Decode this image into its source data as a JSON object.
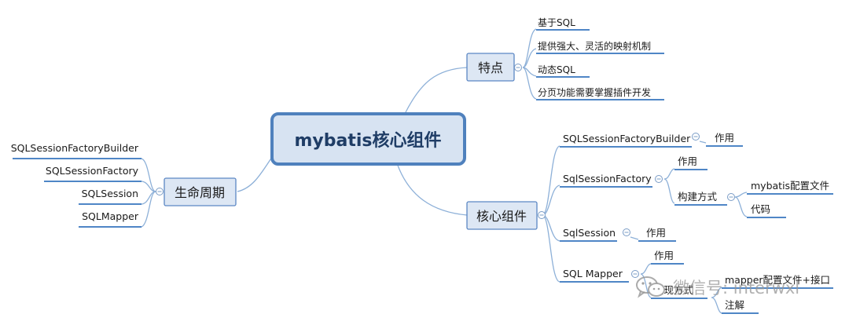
{
  "colors": {
    "center_fill": "#d7e3f2",
    "center_border": "#4f81bd",
    "node_fill": "#dde7f4",
    "node_border": "#5b87c4",
    "branch_line": "#8db0d8",
    "leaf_underline": "#4f86c6",
    "text": "#1a1a1a"
  },
  "center": {
    "label": "mybatis核心组件"
  },
  "features": {
    "label": "特点",
    "items": [
      "基于SQL",
      "提供强大、灵活的映射机制",
      "动态SQL",
      "分页功能需要掌握插件开发"
    ]
  },
  "lifecycle": {
    "label": "生命周期",
    "items": [
      "SQLSessionFactoryBuilder",
      "SQLSessionFactory",
      "SQLSession",
      "SQLMapper"
    ]
  },
  "core": {
    "label": "核心组件",
    "builder": {
      "label": "SQLSessionFactoryBuilder",
      "role": "作用"
    },
    "factory": {
      "label": "SqlSessionFactory",
      "role": "作用",
      "build": {
        "label": "构建方式",
        "options": [
          "mybatis配置文件",
          "代码"
        ]
      }
    },
    "session": {
      "label": "SqlSession",
      "role": "作用"
    },
    "mapper": {
      "label": "SQL Mapper",
      "role": "作用",
      "impl_label": "实现方式",
      "impl": [
        "mapper配置文件+接口",
        "注解"
      ]
    }
  },
  "watermark": {
    "icon": "wechat-icon",
    "text": "微信号: interwxl"
  }
}
